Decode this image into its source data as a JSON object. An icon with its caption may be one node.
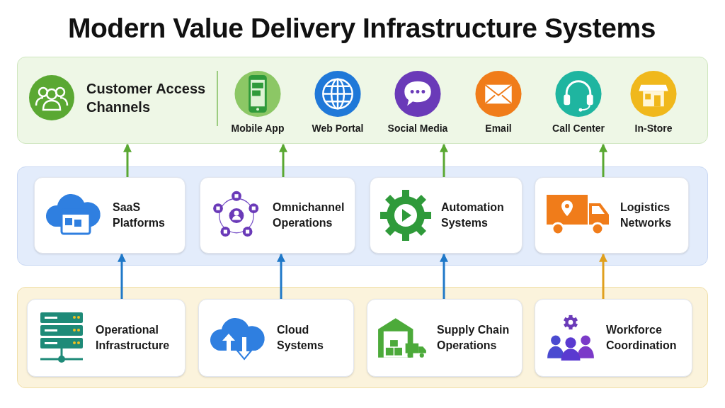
{
  "diagram": {
    "title": "Modern Value Delivery Infrastructure Systems",
    "nodes": [
      {
        "text": [],
        "shape": "box"
      },
      {
        "text": [
          "Customer Access Channels"
        ],
        "in": 0
      },
      {
        "text": [
          "Mobile App"
        ],
        "in": 0
      },
      {
        "text": [
          "Web Portal"
        ],
        "in": 0
      },
      {
        "text": [
          "Social Media"
        ],
        "in": 0
      },
      {
        "text": [
          "Email"
        ],
        "in": 0
      },
      {
        "text": [
          "Call Center"
        ],
        "in": 0
      },
      {
        "text": [
          "In-Store"
        ],
        "in": 0
      },
      {
        "text": [],
        "shape": "box"
      },
      {
        "text": [
          "SaaS Platforms"
        ],
        "in": 8
      },
      {
        "text": [
          "Omnichannel Operations"
        ],
        "in": 8
      },
      {
        "text": [
          "Automation Systems"
        ],
        "in": 8
      },
      {
        "text": [
          "Logistics Networks"
        ],
        "in": 8
      },
      {
        "text": [],
        "shape": "box"
      },
      {
        "text": [
          "Operational Infrastructure"
        ],
        "in": 13
      },
      {
        "text": [
          "Cloud Systems"
        ],
        "in": 13
      },
      {
        "text": [
          "Supply Chain Operations"
        ],
        "in": 13
      },
      {
        "text": [
          "Workforce Coordination"
        ],
        "in": 13
      }
    ],
    "edges": [
      {
        "from": 9,
        "to": 0,
        "arrow": "to",
        "color": "#5aa832"
      },
      {
        "from": 10,
        "to": 0,
        "arrow": "to",
        "color": "#5aa832"
      },
      {
        "from": 11,
        "to": 0,
        "arrow": "to",
        "color": "#5aa832"
      },
      {
        "from": 12,
        "to": 0,
        "arrow": "to",
        "color": "#5aa832"
      },
      {
        "from": 14,
        "to": 9,
        "arrow": "to",
        "color": "#1f78c8"
      },
      {
        "from": 15,
        "to": 10,
        "arrow": "to",
        "color": "#1f78c8"
      },
      {
        "from": 16,
        "to": 11,
        "arrow": "to",
        "color": "#1f78c8"
      },
      {
        "from": 17,
        "to": 12,
        "arrow": "to",
        "color": "#e0a01e"
      }
    ]
  }
}
